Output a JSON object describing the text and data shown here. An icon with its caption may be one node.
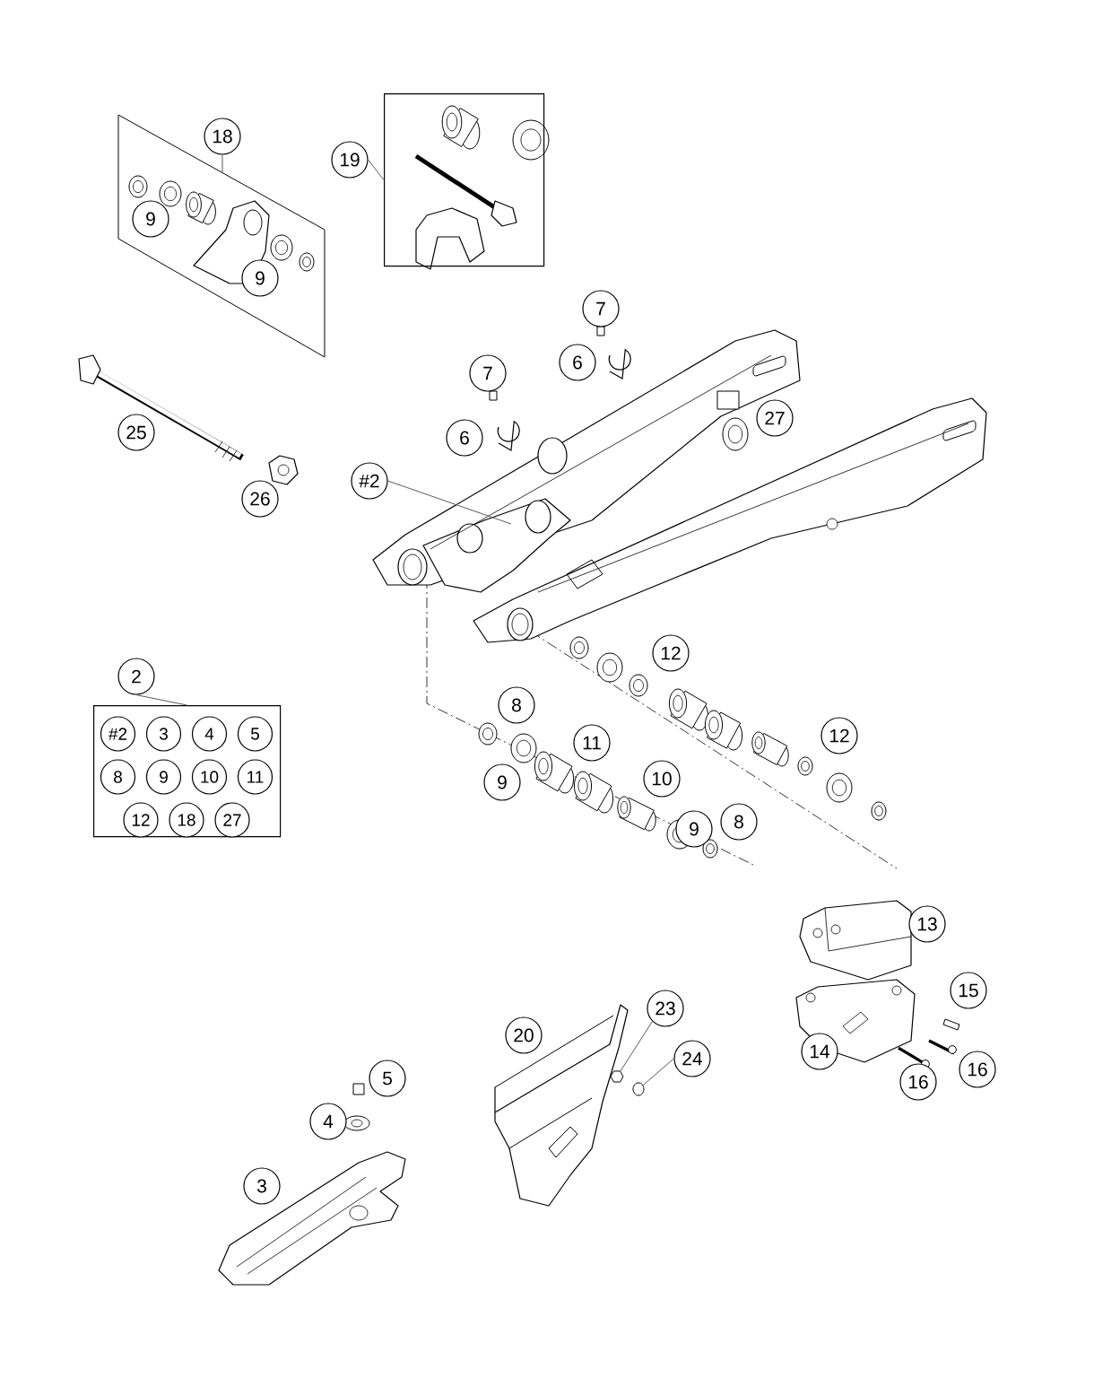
{
  "diagram": {
    "nodes": [
      {
        "text": [
          "18"
        ]
      },
      {
        "text": [
          "9",
          "9"
        ]
      },
      {
        "text": [
          "19"
        ]
      },
      {
        "text": [],
        "shape": "box"
      },
      {
        "text": [
          "2"
        ]
      },
      {
        "text": [
          "#2",
          "3",
          "4",
          "5",
          "8",
          "9",
          "10",
          "11",
          "12",
          "18",
          "27"
        ]
      },
      {
        "text": [
          "#2"
        ]
      },
      {
        "text": [],
        "shape": "picture"
      },
      {
        "text": [
          "23"
        ]
      },
      {
        "text": [],
        "shape": "hexagon"
      },
      {
        "text": [
          "24"
        ]
      },
      {
        "text": [],
        "shape": "circle"
      },
      {
        "text": [
          "7"
        ]
      },
      {
        "text": [
          "6"
        ]
      },
      {
        "text": [
          "7"
        ]
      },
      {
        "text": [
          "27"
        ]
      },
      {
        "text": [
          "25"
        ]
      },
      {
        "text": [
          "6"
        ]
      },
      {
        "text": [
          "26"
        ]
      },
      {
        "text": [
          "12"
        ]
      },
      {
        "text": [
          "8"
        ]
      },
      {
        "text": [
          "12"
        ]
      },
      {
        "text": [
          "11"
        ]
      },
      {
        "text": [
          "10"
        ]
      },
      {
        "text": [
          "9"
        ]
      },
      {
        "text": [
          "8"
        ]
      },
      {
        "text": [
          "9"
        ]
      },
      {
        "text": [
          "13"
        ]
      },
      {
        "text": [
          "15"
        ]
      },
      {
        "text": [
          "20"
        ]
      },
      {
        "text": [
          "14"
        ]
      },
      {
        "text": [
          "16"
        ]
      },
      {
        "text": [
          "5"
        ]
      },
      {
        "text": [
          "16"
        ]
      },
      {
        "text": [
          "4"
        ]
      },
      {
        "text": [
          "3"
        ]
      }
    ],
    "edges": [
      {
        "from": 0,
        "to": 1,
        "arrow": "none"
      },
      {
        "from": 2,
        "to": 3,
        "arrow": "none"
      },
      {
        "from": 4,
        "to": 5,
        "arrow": "none"
      },
      {
        "from": 6,
        "to": 7,
        "arrow": "none"
      },
      {
        "from": 8,
        "to": 9,
        "arrow": "none"
      },
      {
        "from": 10,
        "to": 11,
        "arrow": "none"
      }
    ]
  }
}
